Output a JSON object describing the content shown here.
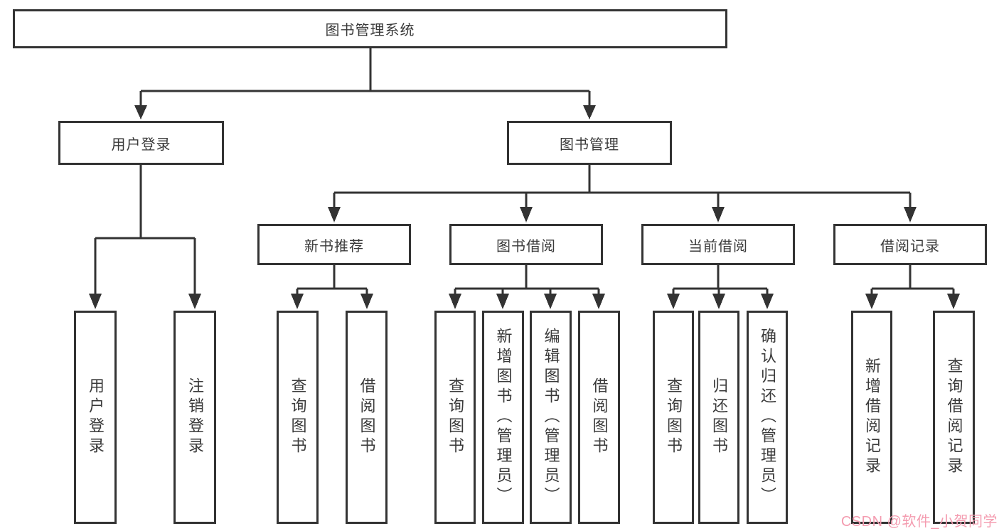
{
  "tree": {
    "root": {
      "label": "图书管理系统",
      "children": [
        {
          "label": "用户登录",
          "children": [
            {
              "label": "用户登录"
            },
            {
              "label": "注销登录"
            }
          ]
        },
        {
          "label": "图书管理",
          "children": [
            {
              "label": "新书推荐",
              "children": [
                {
                  "label": "查询图书"
                },
                {
                  "label": "借阅图书"
                }
              ]
            },
            {
              "label": "图书借阅",
              "children": [
                {
                  "label": "查询图书"
                },
                {
                  "label": "新增图书（管理员）"
                },
                {
                  "label": "编辑图书（管理员）"
                },
                {
                  "label": "借阅图书"
                }
              ]
            },
            {
              "label": "当前借阅",
              "children": [
                {
                  "label": "查询图书"
                },
                {
                  "label": "归还图书"
                },
                {
                  "label": "确认归还（管理员）"
                }
              ]
            },
            {
              "label": "借阅记录",
              "children": [
                {
                  "label": "新增借阅记录"
                },
                {
                  "label": "查询借阅记录"
                }
              ]
            }
          ]
        }
      ]
    }
  },
  "colors": {
    "line": "#333333",
    "text": "#3a3a3a",
    "watermark": "#f49cb0"
  },
  "watermark": {
    "text": "CSDN @软件_小贺同学"
  }
}
